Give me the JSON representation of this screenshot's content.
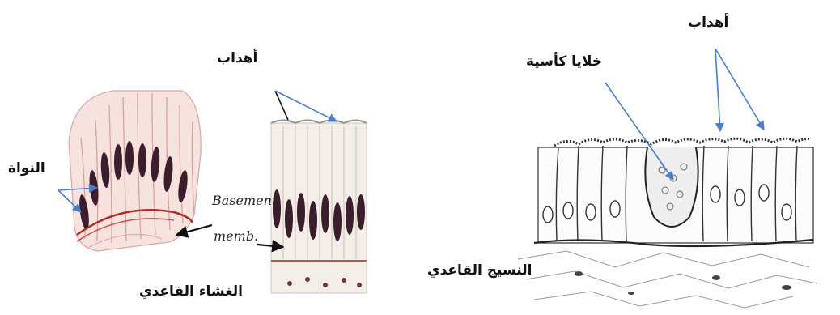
{
  "labels": {
    "cilia_left": "أهداب",
    "nucleus": "النواة",
    "basement_membrane_ar": "الغشاء القاعدي",
    "basement_line1": "Basement",
    "basement_line2": "memb.",
    "cilia_right": "أهداب",
    "goblet_cells": "خلايا كأسية",
    "underlying_tissue": "النسيج القاعدي"
  },
  "colors": {
    "arrow": "#4a7ec8",
    "cell_pink": "#e8b4ae",
    "nucleus_dark": "#3a1e2c",
    "membrane_red": "#b02a2a"
  }
}
